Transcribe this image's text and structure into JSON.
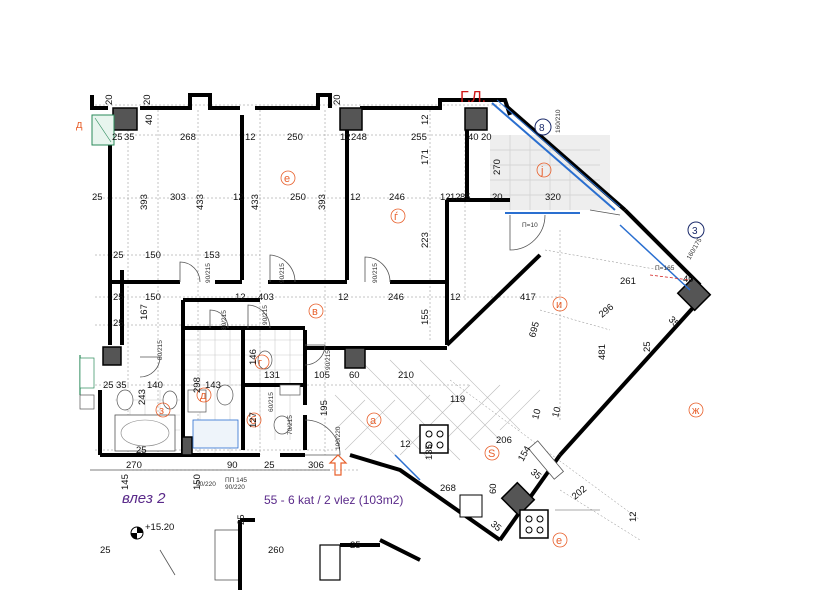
{
  "plan": {
    "gl_marker": "Г.Л.",
    "entrance_label": "влез 2",
    "apartment_title": "55 - 6 kat / 2 vlez (103m2)",
    "elevation": "+15.20",
    "room_letters": [
      "е",
      "а",
      "г",
      "ѓ",
      "в",
      "и",
      "б",
      "д",
      "ж",
      "з",
      "ј",
      "S",
      "е",
      "д"
    ],
    "circle_numbers": [
      "8",
      "3"
    ],
    "dimensions_top": [
      "20",
      "20",
      "20",
      "40",
      "25",
      "35",
      "268",
      "12",
      "250",
      "12",
      "248",
      "255",
      "40",
      "20",
      "12"
    ],
    "dimensions_left": [
      "25",
      "393",
      "433",
      "25",
      "150",
      "153",
      "25",
      "150",
      "25",
      "167",
      "25",
      "35"
    ],
    "dimensions_middle": [
      "303",
      "12",
      "433",
      "12",
      "250",
      "393",
      "12",
      "246",
      "171",
      "12",
      "85",
      "20",
      "320",
      "223",
      "403",
      "12",
      "12",
      "246",
      "12",
      "417",
      "155",
      "261",
      "296",
      "695",
      "481",
      "35",
      "25",
      "40",
      "10"
    ],
    "dimensions_lower": [
      "140",
      "143",
      "298",
      "243",
      "131",
      "105",
      "60",
      "210",
      "119",
      "146",
      "127",
      "195",
      "206",
      "154",
      "135",
      "10",
      "12",
      "35",
      "25"
    ],
    "dimensions_bottom": [
      "270",
      "90",
      "25",
      "306",
      "145",
      "150",
      "268",
      "60",
      "202",
      "12",
      "25",
      "260",
      "25",
      "35",
      "25"
    ],
    "door_tags": [
      "90/215",
      "90/215",
      "90/215",
      "90/215",
      "90/215",
      "80/215",
      "80/215",
      "60/215",
      "70/215",
      "100/220",
      "90/220",
      "160/210",
      "ПП 145"
    ],
    "window_tags": [
      "270",
      "П=10",
      "160/175",
      "П=165"
    ],
    "window_size": "90/220"
  }
}
